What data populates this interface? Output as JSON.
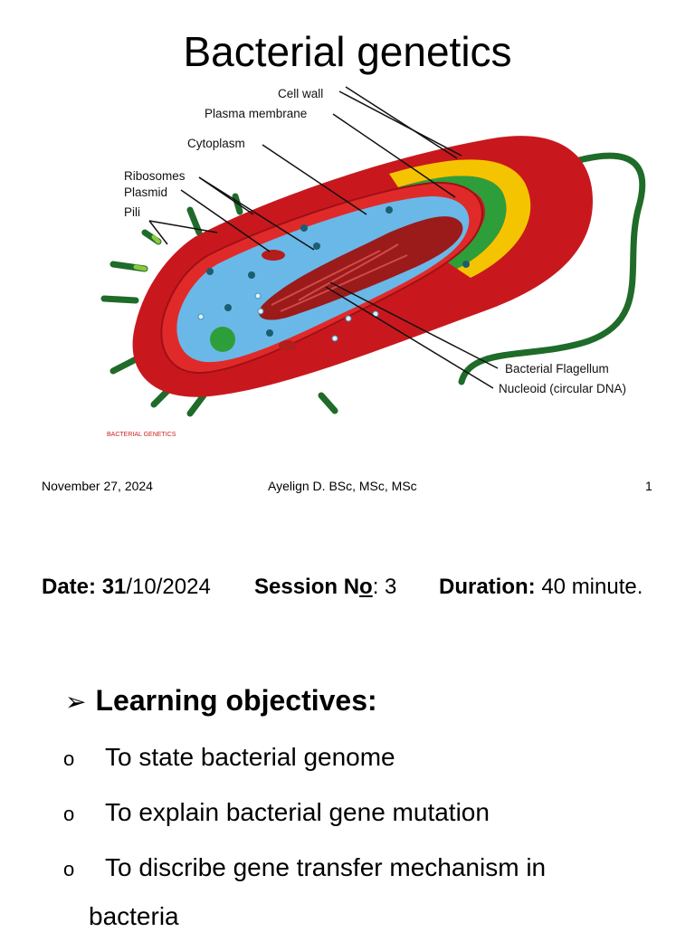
{
  "title": "Bacterial genetics",
  "diagram": {
    "labels": {
      "cell_wall": "Cell wall",
      "plasma_membrane": "Plasma membrane",
      "cytoplasm": "Cytoplasm",
      "ribosomes": "Ribosomes",
      "plasmid": "Plasmid",
      "pili": "Pili",
      "flagellum": "Bacterial Flagellum",
      "nucleoid": "Nucleoid (circular DNA)"
    },
    "caption": "BACTERIAL GENETICS",
    "colors": {
      "cell_wall": "#c8181e",
      "membrane": "#f5c400",
      "outer_green": "#2e9e3a",
      "cytoplasm": "#6ab8e8",
      "dna": "#9b1b1b",
      "flagellum": "#1f6b2a",
      "pili": "#8cc63e"
    }
  },
  "footer": {
    "date": "November 27, 2024",
    "author": "Ayelign D. BSc, MSc, MSc",
    "page": "1"
  },
  "session": {
    "date_label": "Date:",
    "date_bold": "31",
    "date_rest": "/10/2024",
    "session_label_a": "Session N",
    "session_label_b": "o",
    "session_value": ": 3",
    "duration_label": "Duration:",
    "duration_value": "40 minute."
  },
  "objectives": {
    "heading": "Learning objectives:",
    "items": [
      "To state bacterial genome",
      "To explain bacterial gene mutation",
      "To discribe gene transfer mechanism in"
    ],
    "continuation": "bacteria"
  }
}
